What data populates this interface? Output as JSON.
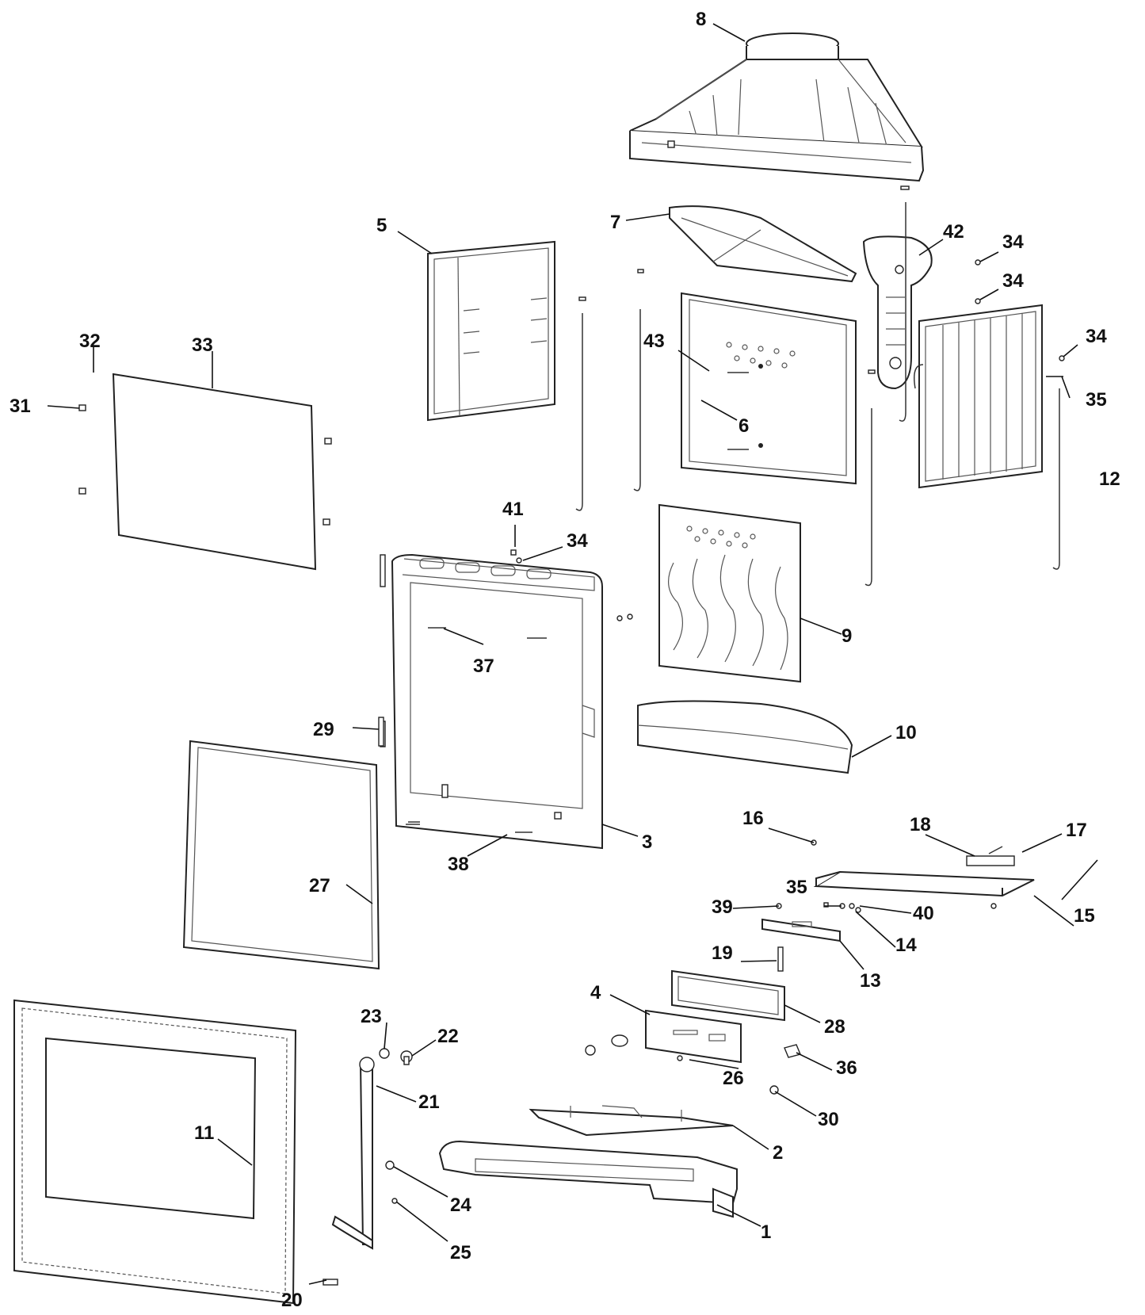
{
  "diagram": {
    "labels": [
      {
        "id": "1",
        "text": "1"
      },
      {
        "id": "2",
        "text": "2"
      },
      {
        "id": "3",
        "text": "3"
      },
      {
        "id": "4",
        "text": "4"
      },
      {
        "id": "5",
        "text": "5"
      },
      {
        "id": "6",
        "text": "6"
      },
      {
        "id": "7",
        "text": "7"
      },
      {
        "id": "8",
        "text": "8"
      },
      {
        "id": "9",
        "text": "9"
      },
      {
        "id": "10",
        "text": "10"
      },
      {
        "id": "11",
        "text": "11"
      },
      {
        "id": "12",
        "text": "12"
      },
      {
        "id": "13",
        "text": "13"
      },
      {
        "id": "14",
        "text": "14"
      },
      {
        "id": "15",
        "text": "15"
      },
      {
        "id": "16",
        "text": "16"
      },
      {
        "id": "17",
        "text": "17"
      },
      {
        "id": "18",
        "text": "18"
      },
      {
        "id": "19",
        "text": "19"
      },
      {
        "id": "20",
        "text": "20"
      },
      {
        "id": "21",
        "text": "21"
      },
      {
        "id": "22",
        "text": "22"
      },
      {
        "id": "23",
        "text": "23"
      },
      {
        "id": "24",
        "text": "24"
      },
      {
        "id": "25",
        "text": "25"
      },
      {
        "id": "26",
        "text": "26"
      },
      {
        "id": "27",
        "text": "27"
      },
      {
        "id": "28",
        "text": "28"
      },
      {
        "id": "29",
        "text": "29"
      },
      {
        "id": "30",
        "text": "30"
      },
      {
        "id": "31",
        "text": "31"
      },
      {
        "id": "32",
        "text": "32"
      },
      {
        "id": "33",
        "text": "33"
      },
      {
        "id": "34a",
        "text": "34"
      },
      {
        "id": "34b",
        "text": "34"
      },
      {
        "id": "34c",
        "text": "34"
      },
      {
        "id": "34d",
        "text": "34"
      },
      {
        "id": "35a",
        "text": "35"
      },
      {
        "id": "35b",
        "text": "35"
      },
      {
        "id": "36",
        "text": "36"
      },
      {
        "id": "37",
        "text": "37"
      },
      {
        "id": "38",
        "text": "38"
      },
      {
        "id": "39",
        "text": "39"
      },
      {
        "id": "40",
        "text": "40"
      },
      {
        "id": "41",
        "text": "41"
      },
      {
        "id": "42",
        "text": "42"
      },
      {
        "id": "43",
        "text": "43"
      }
    ]
  }
}
